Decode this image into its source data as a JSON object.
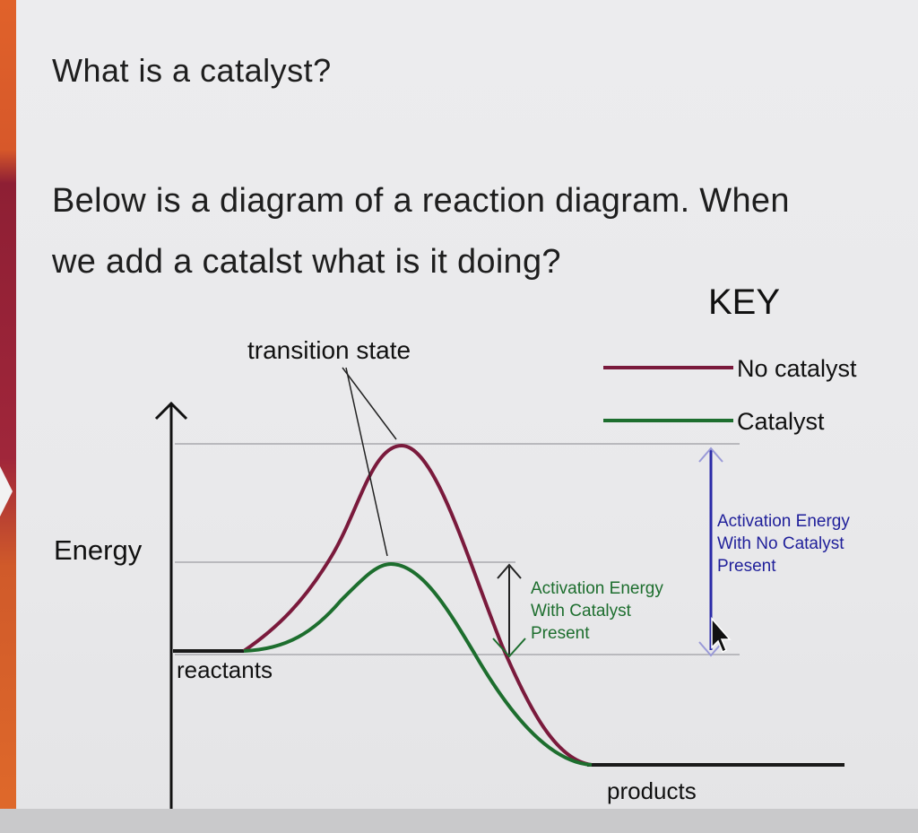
{
  "question": {
    "title": "What is a catalyst?",
    "body_line1": "Below is a diagram of a reaction diagram. When",
    "body_line2": "we add a catalst what is it doing?"
  },
  "diagram": {
    "key_title": "KEY",
    "legend": [
      {
        "label": "No catalyst",
        "color": "#7a1a3c"
      },
      {
        "label": "Catalyst",
        "color": "#1d6e2e"
      }
    ],
    "axis_label": "Energy",
    "transition_state_label": "transition state",
    "reactants_label": "reactants",
    "products_label": "products",
    "activation_with_catalyst": [
      "Activation Energy",
      "With Catalyst",
      "Present"
    ],
    "activation_no_catalyst": [
      "Activation Energy",
      "With No Catalyst",
      "Present"
    ],
    "colors": {
      "no_catalyst": "#7a1a3c",
      "catalyst": "#1d6e2e",
      "activation_no_catalyst_arrow": "#2a2aa8",
      "activation_no_catalyst_text": "#1f1f9a",
      "activation_catalyst_text": "#1d6e2e"
    }
  }
}
